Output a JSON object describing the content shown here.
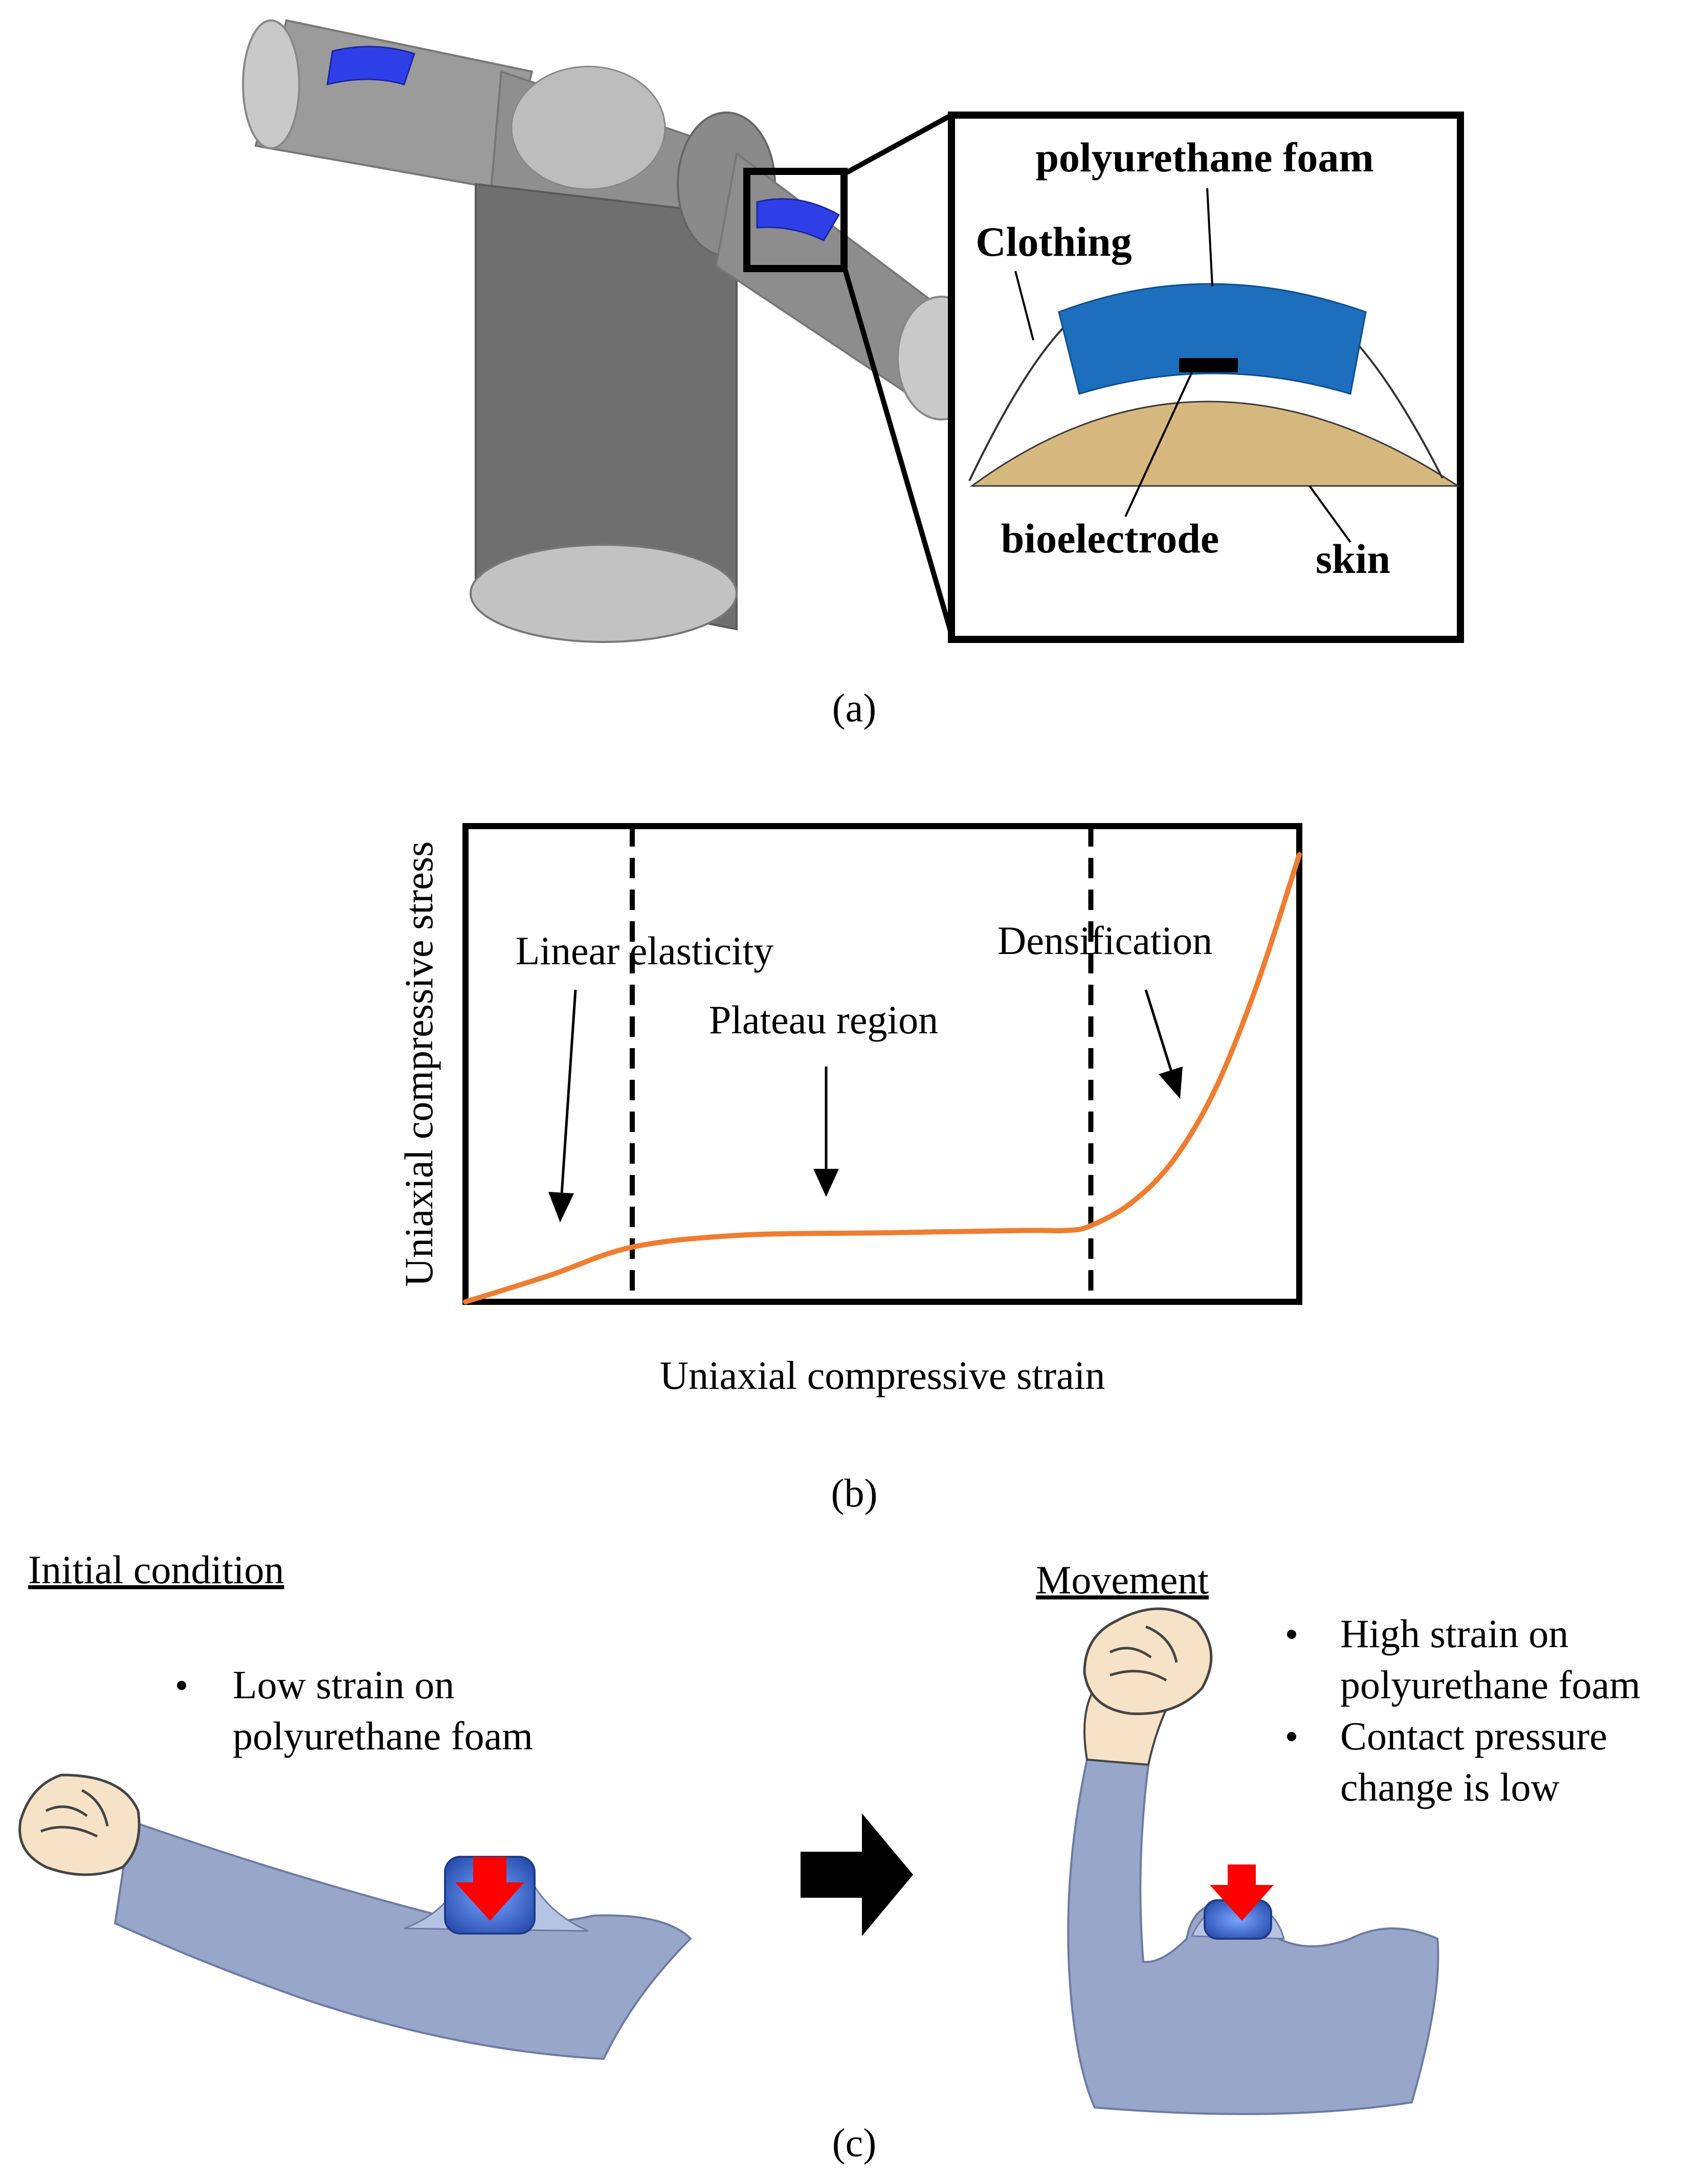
{
  "panel_a": {
    "label": "(a)",
    "inset": {
      "polyurethane_foam": "polyurethane foam",
      "clothing": "Clothing",
      "bioelectrode": "bioelectrode",
      "skin": "skin"
    },
    "colors": {
      "garment": "#8a8a8a",
      "pad": "#2f3fe8",
      "foam": "#1d6fbd",
      "skin": "#d6b87f",
      "electrode": "#000000"
    }
  },
  "panel_b": {
    "label": "(b)",
    "chart_data": {
      "type": "line",
      "xlabel": "Uniaxial compressive strain",
      "ylabel": "Uniaxial compressive stress",
      "regions": [
        "Linear elasticity",
        "Plateau region",
        "Densification"
      ],
      "series_color": "#ed7d31",
      "region_boundaries_fraction_of_strain": [
        0.2,
        0.75
      ],
      "curve_fraction_points": [
        [
          0.0,
          0.0
        ],
        [
          0.1,
          0.055
        ],
        [
          0.2,
          0.115
        ],
        [
          0.33,
          0.14
        ],
        [
          0.5,
          0.145
        ],
        [
          0.67,
          0.15
        ],
        [
          0.72,
          0.15
        ],
        [
          0.75,
          0.16
        ],
        [
          0.8,
          0.21
        ],
        [
          0.85,
          0.3
        ],
        [
          0.9,
          0.45
        ],
        [
          0.95,
          0.67
        ],
        [
          1.0,
          0.94
        ]
      ]
    }
  },
  "panel_c": {
    "label": "(c)",
    "initial": {
      "title": "Initial condition",
      "bullets": [
        "Low strain on polyurethane foam"
      ],
      "bullet_lines": [
        [
          "Low strain on",
          "polyurethane foam"
        ]
      ]
    },
    "movement": {
      "title": "Movement",
      "bullet_lines": [
        [
          "High strain on",
          "polyurethane foam"
        ],
        [
          "Contact pressure",
          "change is low"
        ]
      ]
    },
    "colors": {
      "sleeve": "#98a6c9",
      "hand": "#f6e2c6",
      "arrow": "#ff0000",
      "transition_arrow": "#000000"
    }
  }
}
